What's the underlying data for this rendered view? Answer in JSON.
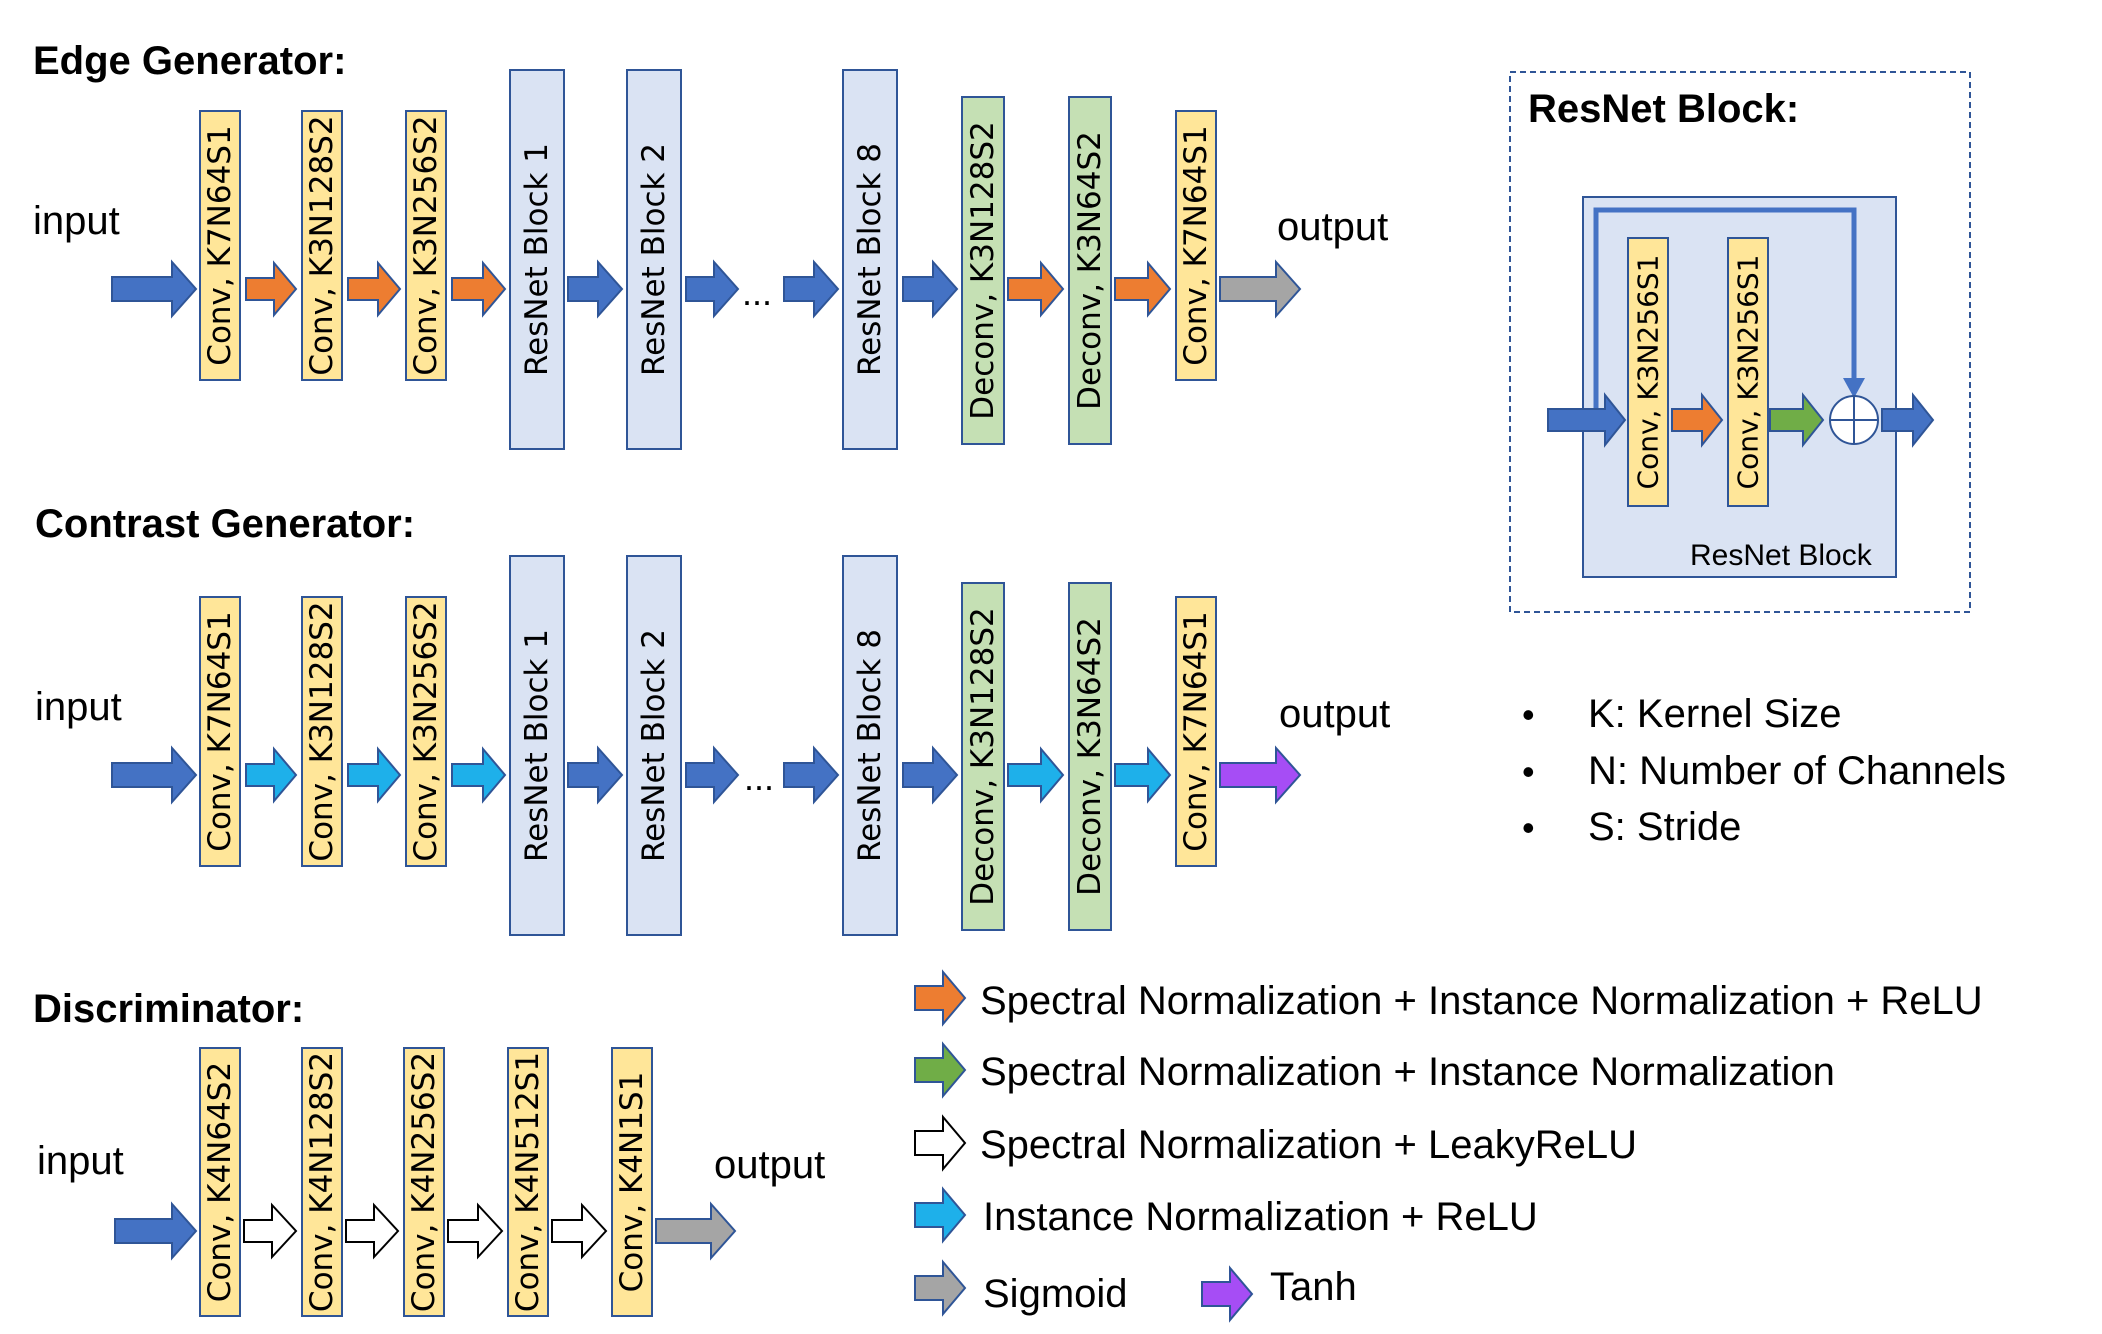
{
  "colors": {
    "blue_arrow": "#4472C4",
    "orange_arrow": "#ED7D31",
    "green_arrow": "#70AD47",
    "white_arrow": "#FFFFFF",
    "cyan_arrow": "#1EB0EA",
    "gray_arrow": "#A5A5A5",
    "purple_arrow": "#A64DF5",
    "conv_fill": "#FFE699",
    "deconv_fill": "#C5E0B4",
    "resnet_fill": "#DAE3F3",
    "box_stroke": "#2F5597"
  },
  "edge_generator": {
    "title": "Edge Generator:",
    "input_label": "input",
    "output_label": "output",
    "ellipsis": "...",
    "layers": [
      {
        "label": "Conv, K7N64S1",
        "kind": "conv"
      },
      {
        "label": "Conv, K3N128S2",
        "kind": "conv"
      },
      {
        "label": "Conv, K3N256S2",
        "kind": "conv"
      },
      {
        "label": "ResNet Block 1",
        "kind": "resnet"
      },
      {
        "label": "ResNet Block 2",
        "kind": "resnet"
      },
      {
        "label": "ResNet Block 8",
        "kind": "resnet"
      },
      {
        "label": "Deconv, K3N128S2",
        "kind": "deconv"
      },
      {
        "label": "Deconv, K3N64S2",
        "kind": "deconv"
      },
      {
        "label": "Conv, K7N64S1",
        "kind": "conv"
      }
    ],
    "arrows": [
      "blue",
      "orange",
      "orange",
      "orange",
      "blue",
      "blue",
      "blue",
      "blue",
      "orange",
      "orange",
      "gray"
    ]
  },
  "contrast_generator": {
    "title": "Contrast Generator:",
    "input_label": "input",
    "output_label": "output",
    "ellipsis": "...",
    "layers": [
      {
        "label": "Conv, K7N64S1",
        "kind": "conv"
      },
      {
        "label": "Conv, K3N128S2",
        "kind": "conv"
      },
      {
        "label": "Conv, K3N256S2",
        "kind": "conv"
      },
      {
        "label": "ResNet Block 1",
        "kind": "resnet"
      },
      {
        "label": "ResNet Block 2",
        "kind": "resnet"
      },
      {
        "label": "ResNet Block 8",
        "kind": "resnet"
      },
      {
        "label": "Deconv, K3N128S2",
        "kind": "deconv"
      },
      {
        "label": "Deconv, K3N64S2",
        "kind": "deconv"
      },
      {
        "label": "Conv, K7N64S1",
        "kind": "conv"
      }
    ],
    "arrows": [
      "blue",
      "cyan",
      "cyan",
      "cyan",
      "blue",
      "blue",
      "blue",
      "blue",
      "cyan",
      "cyan",
      "purple"
    ]
  },
  "discriminator": {
    "title": "Discriminator:",
    "input_label": "input",
    "output_label": "output",
    "layers": [
      {
        "label": "Conv, K4N64S2",
        "kind": "conv"
      },
      {
        "label": "Conv, K4N128S2",
        "kind": "conv"
      },
      {
        "label": "Conv, K4N256S2",
        "kind": "conv"
      },
      {
        "label": "Conv, K4N512S1",
        "kind": "conv"
      },
      {
        "label": "Conv, K4N1S1",
        "kind": "conv"
      }
    ],
    "arrows": [
      "blue",
      "white",
      "white",
      "white",
      "white",
      "gray"
    ]
  },
  "resnet_block": {
    "title": "ResNet Block:",
    "inner_label": "ResNet Block",
    "layers": [
      {
        "label": "Conv, K3N256S1",
        "kind": "conv"
      },
      {
        "label": "Conv, K3N256S1",
        "kind": "conv"
      }
    ],
    "arrows": [
      "blue",
      "orange",
      "green",
      "blue"
    ],
    "sum_symbol": "add-circle"
  },
  "notation": [
    {
      "bullet": "•",
      "text": "K: Kernel Size"
    },
    {
      "bullet": "•",
      "text": "N: Number of Channels"
    },
    {
      "bullet": "•",
      "text": "S: Stride"
    }
  ],
  "legend": [
    {
      "color": "orange",
      "text": "Spectral Normalization + Instance Normalization + ReLU"
    },
    {
      "color": "green",
      "text": "Spectral Normalization + Instance Normalization"
    },
    {
      "color": "white",
      "text": "Spectral Normalization + LeakyReLU"
    },
    {
      "color": "cyan",
      "text": "Instance Normalization + ReLU"
    },
    {
      "color": "gray",
      "text": "Sigmoid"
    },
    {
      "color": "purple",
      "text": "Tanh"
    }
  ]
}
